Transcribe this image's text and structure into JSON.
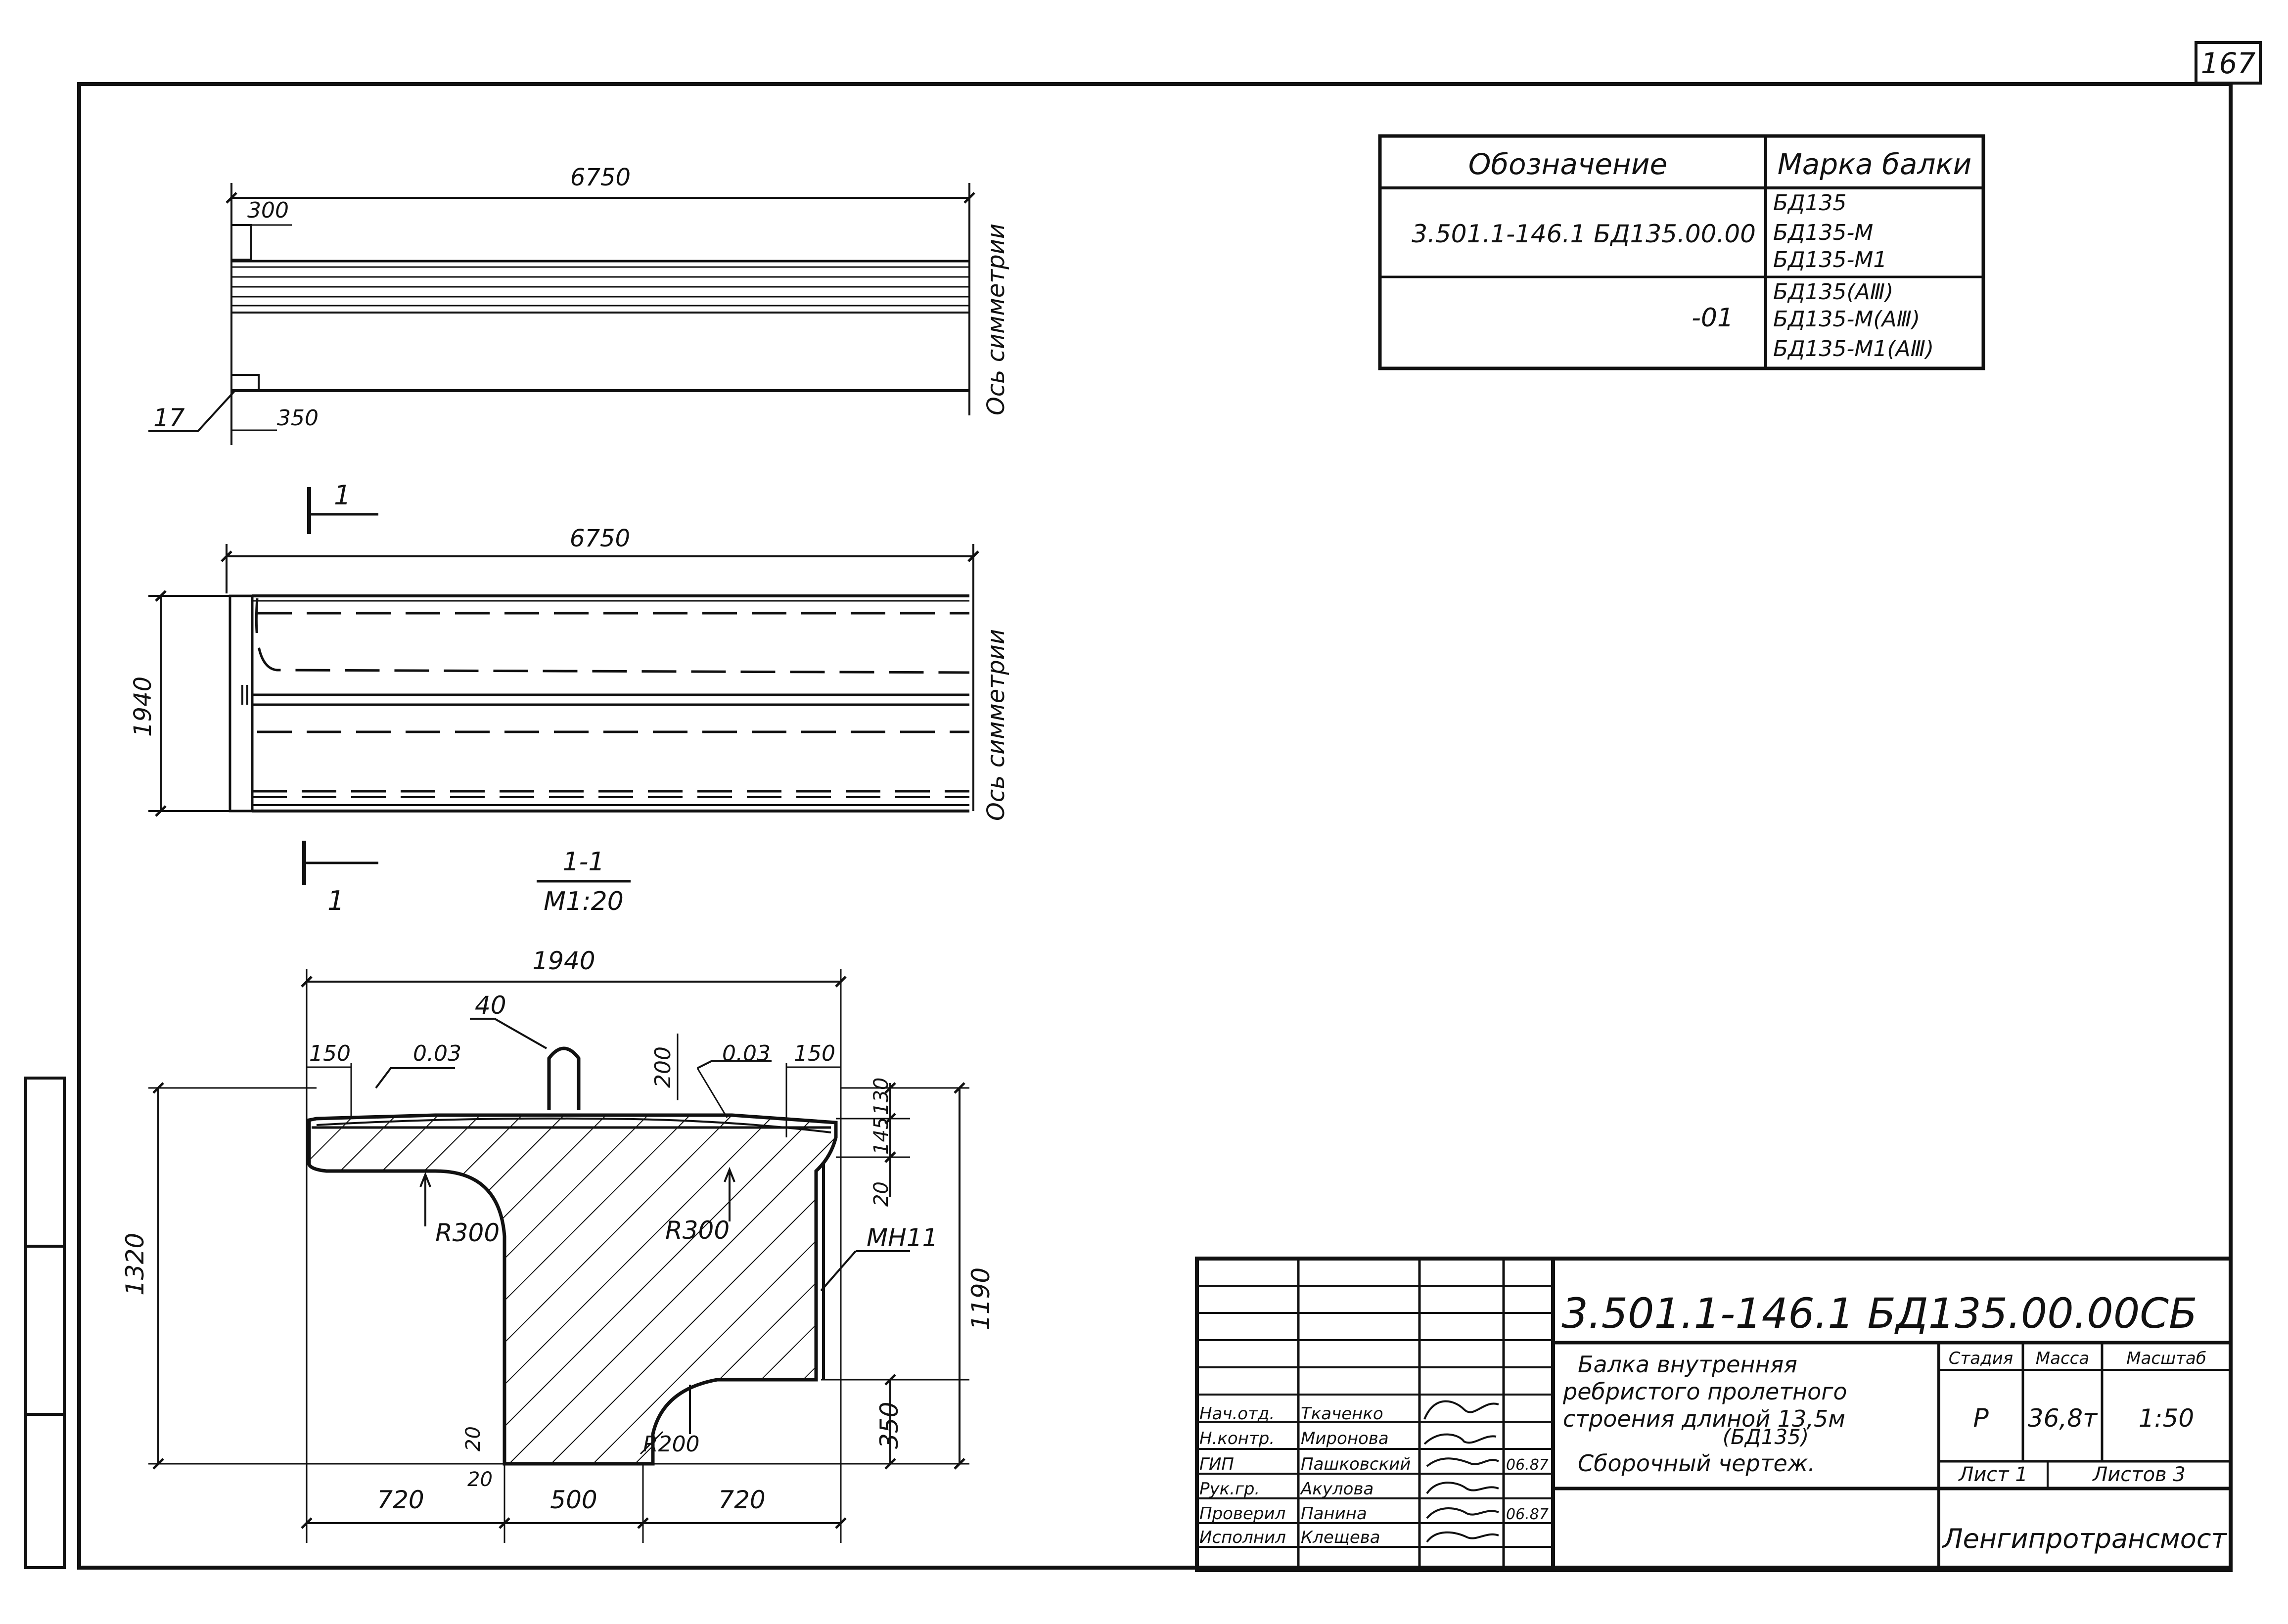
{
  "sheet_number": "167",
  "spec_table": {
    "headers": [
      "Обозначение",
      "Марка балки"
    ],
    "rows": [
      {
        "designation": "3.501.1-146.1  БД135.00.00",
        "marks": [
          "БД135",
          "БД135-М",
          "БД135-М1"
        ]
      },
      {
        "designation": "-01",
        "marks": [
          "БД135(АⅢ)",
          "БД135-М(АⅢ)",
          "БД135-М1(АⅢ)"
        ]
      }
    ]
  },
  "view_top": {
    "dim_length": "6750",
    "dim_300": "300",
    "dim_350": "350",
    "pos_17": "17",
    "axis_label": "Ось симметрии"
  },
  "view_side": {
    "dim_length": "6750",
    "dim_height": "1940",
    "axis_label": "Ось симметрии",
    "section_mark": "1"
  },
  "section": {
    "title": "1-1",
    "scale": "М1:20",
    "dim_width": "1940",
    "dim_40": "40",
    "dim_150_left": "150",
    "dim_150_right": "150",
    "slope_left": "0.03",
    "slope_right": "0.03",
    "dim_200": "200",
    "dim_130": "130",
    "dim_145": "145",
    "dim_20_right": "20",
    "r_left": "R300",
    "r_right": "R300",
    "r_bottom": "R200",
    "mark_mn": "МН11",
    "dim_1320": "1320",
    "dim_1190": "1190",
    "dim_350": "350",
    "dim_20_a": "20",
    "dim_20_b": "20",
    "dim_720_left": "720",
    "dim_500": "500",
    "dim_720_right": "720"
  },
  "title_block": {
    "code": "3.501.1-146.1   БД135.00.00СБ",
    "desc_lines": [
      "Балка внутренняя",
      "ребристого пролетного",
      "строения длиной 13,5м",
      "(БД135)",
      "Сборочный чертеж."
    ],
    "stage_label": "Стадия",
    "mass_label": "Масса",
    "scale_label": "Масштаб",
    "stage": "Р",
    "mass": "36,8т",
    "scale": "1:50",
    "sheet": "Лист 1",
    "sheets": "Листов 3",
    "org": "Ленгипротрансмост",
    "roles": [
      {
        "role": "Нач.отд.",
        "name": "Ткаченко",
        "date": ""
      },
      {
        "role": "Н.контр.",
        "name": "Миронова",
        "date": ""
      },
      {
        "role": "ГИП",
        "name": "Пашковский",
        "date": "06.87"
      },
      {
        "role": "Рук.гр.",
        "name": "Акулова",
        "date": ""
      },
      {
        "role": "Проверил",
        "name": "Панина",
        "date": "06.87"
      },
      {
        "role": "Исполнил",
        "name": "Клещева",
        "date": ""
      }
    ]
  }
}
